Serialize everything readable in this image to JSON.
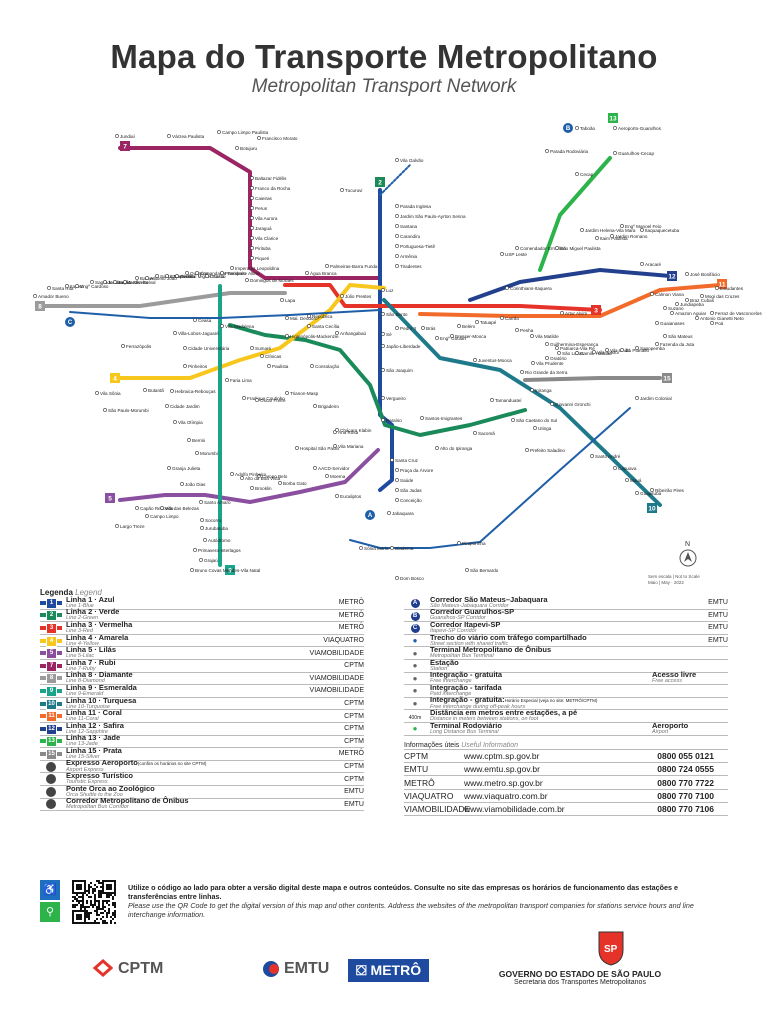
{
  "header": {
    "title": "Mapa do Transporte Metropolitano",
    "subtitle": "Metropolitan Transport Network"
  },
  "colors": {
    "azul": "#1e4ba0",
    "verde": "#1a8a5a",
    "vermelha": "#e5332a",
    "amarela": "#f7c71e",
    "lilas": "#8b4fa0",
    "rubi": "#9b2463",
    "diamante": "#9b9b9b",
    "esmeralda": "#1aa58a",
    "turquesa": "#1e7a8a",
    "coral": "#f26b2b",
    "safira": "#23408e",
    "jade": "#2cb34a",
    "prata": "#8a8a8a",
    "corredor": "#1f5fa8"
  },
  "map": {
    "line_numbers": [
      "1",
      "2",
      "3",
      "4",
      "5",
      "7",
      "8",
      "9",
      "10",
      "11",
      "12",
      "13",
      "15"
    ],
    "corridor_letters": [
      "A",
      "B",
      "C"
    ],
    "stations": [
      {
        "name": "Jundiaí"
      },
      {
        "name": "Várzea Paulista"
      },
      {
        "name": "Campo Limpo Paulista"
      },
      {
        "name": "Botujuru"
      },
      {
        "name": "Francisco Morato"
      },
      {
        "name": "Baltazar Fidélis"
      },
      {
        "name": "Franco da Rocha"
      },
      {
        "name": "Caieiras"
      },
      {
        "name": "Perus"
      },
      {
        "name": "Vila Aurora"
      },
      {
        "name": "Jaraguá"
      },
      {
        "name": "Vila Clarice"
      },
      {
        "name": "Pirituba"
      },
      {
        "name": "Piqueri"
      },
      {
        "name": "Lapa"
      },
      {
        "name": "Água Branca"
      },
      {
        "name": "Palmeiras-Barra Funda"
      },
      {
        "name": "Júlio Prestes"
      },
      {
        "name": "Luz"
      },
      {
        "name": "Tucuruvi"
      },
      {
        "name": "Parada Inglesa"
      },
      {
        "name": "Jardim São Paulo-Ayrton Senna"
      },
      {
        "name": "Santana"
      },
      {
        "name": "Carandiru"
      },
      {
        "name": "Portuguesa-Tietê"
      },
      {
        "name": "Armênia"
      },
      {
        "name": "Tiradentes"
      },
      {
        "name": "Vila Galvão"
      },
      {
        "name": "Taboão"
      },
      {
        "name": "Aeroporto-Guarulhos"
      },
      {
        "name": "Parada Rodoviária"
      },
      {
        "name": "Guarulhos-Cecap"
      },
      {
        "name": "Cecap"
      },
      {
        "name": "USP Leste"
      },
      {
        "name": "Comendador Ermelino"
      },
      {
        "name": "São Miguel Paulista"
      },
      {
        "name": "Jardim Helena-Vila Mara"
      },
      {
        "name": "Itaim Paulista"
      },
      {
        "name": "Jardim Romano"
      },
      {
        "name": "Engº Manoel Feio"
      },
      {
        "name": "Itaquaquecetuba"
      },
      {
        "name": "Aracaré"
      },
      {
        "name": "Calmon Viana"
      },
      {
        "name": "Suzano"
      },
      {
        "name": "Jundiapeba"
      },
      {
        "name": "Braz Cubas"
      },
      {
        "name": "Mogi das Cruzes"
      },
      {
        "name": "Estudantes"
      },
      {
        "name": "Amador Bueno"
      },
      {
        "name": "Santa Rita"
      },
      {
        "name": "Itapevi"
      },
      {
        "name": "Engº Cardoso"
      },
      {
        "name": "Sagrado Coração"
      },
      {
        "name": "Jandira"
      },
      {
        "name": "Jardim Silveira"
      },
      {
        "name": "Jardim Belval"
      },
      {
        "name": "Barueri"
      },
      {
        "name": "Antônio João"
      },
      {
        "name": "Santa Terezinha"
      },
      {
        "name": "Carapicuíba"
      },
      {
        "name": "General Miguel Costa"
      },
      {
        "name": "Quitaúna"
      },
      {
        "name": "Comandante Sampaio"
      },
      {
        "name": "Osasco"
      },
      {
        "name": "Presidente Altino"
      },
      {
        "name": "Imperatriz Leopoldina"
      },
      {
        "name": "Domingos de Moraes"
      },
      {
        "name": "Ceasa"
      },
      {
        "name": "Villa-Lobos-Jaguaré"
      },
      {
        "name": "Cidade Universitária"
      },
      {
        "name": "Pinheiros"
      },
      {
        "name": "Hebraica-Rebouças"
      },
      {
        "name": "Cidade Jardim"
      },
      {
        "name": "Vila Olímpia"
      },
      {
        "name": "Berrini"
      },
      {
        "name": "Morumbi"
      },
      {
        "name": "Granja Julieta"
      },
      {
        "name": "João Dias"
      },
      {
        "name": "Santo Amaro"
      },
      {
        "name": "Socorro"
      },
      {
        "name": "Jurubatuba"
      },
      {
        "name": "Autódromo"
      },
      {
        "name": "Primavera-Interlagos"
      },
      {
        "name": "Grajaú"
      },
      {
        "name": "Bruno Covas Mendes-Vila Natal"
      },
      {
        "name": "Vila Madalena"
      },
      {
        "name": "Sumaré"
      },
      {
        "name": "Clínicas"
      },
      {
        "name": "Paulista"
      },
      {
        "name": "Consolação"
      },
      {
        "name": "Trianon-Masp"
      },
      {
        "name": "Brigadeiro"
      },
      {
        "name": "Paraíso"
      },
      {
        "name": "Ana Rosa"
      },
      {
        "name": "Vila Mariana"
      },
      {
        "name": "Santa Cruz"
      },
      {
        "name": "Praça da Árvore"
      },
      {
        "name": "Saúde"
      },
      {
        "name": "São Judas"
      },
      {
        "name": "Conceição"
      },
      {
        "name": "Jabaquara"
      },
      {
        "name": "Vila Sônia"
      },
      {
        "name": "São Paulo-Morumbi"
      },
      {
        "name": "Butantã"
      },
      {
        "name": "Faria Lima"
      },
      {
        "name": "Fradique Coutinho"
      },
      {
        "name": "Oscar Freire"
      },
      {
        "name": "Higienópolis-Mackenzie"
      },
      {
        "name": "Mal. Deodoro"
      },
      {
        "name": "Santa Cecília"
      },
      {
        "name": "República"
      },
      {
        "name": "Anhangabaú"
      },
      {
        "name": "São Bento"
      },
      {
        "name": "Sé"
      },
      {
        "name": "Japão-Liberdade"
      },
      {
        "name": "São Joaquim"
      },
      {
        "name": "Vergueiro"
      },
      {
        "name": "Pedro II"
      },
      {
        "name": "Brás"
      },
      {
        "name": "Bresser-Mooca"
      },
      {
        "name": "Belém"
      },
      {
        "name": "Tatuapé"
      },
      {
        "name": "Carrão"
      },
      {
        "name": "Penha"
      },
      {
        "name": "Vila Matilde"
      },
      {
        "name": "Guilhermina-Esperança"
      },
      {
        "name": "Patriarca-Vila Ré"
      },
      {
        "name": "Artur Alvim"
      },
      {
        "name": "Corinthians-Itaquera"
      },
      {
        "name": "Engº Goulart"
      },
      {
        "name": "Juventus-Mooca"
      },
      {
        "name": "Ipiranga"
      },
      {
        "name": "Tamanduateí"
      },
      {
        "name": "Sacomã"
      },
      {
        "name": "Alto do Ipiranga"
      },
      {
        "name": "Santos-Imigrantes"
      },
      {
        "name": "Chácara Klabin"
      },
      {
        "name": "Hospital São Paulo"
      },
      {
        "name": "AACD-Servidor"
      },
      {
        "name": "Moema"
      },
      {
        "name": "Eucaliptos"
      },
      {
        "name": "Campo Belo"
      },
      {
        "name": "Borba Gato"
      },
      {
        "name": "Brooklin"
      },
      {
        "name": "Alto da Boa Vista"
      },
      {
        "name": "Adolfo Pinheiro"
      },
      {
        "name": "Largo Treze"
      },
      {
        "name": "Capão Redondo"
      },
      {
        "name": "Campo Limpo"
      },
      {
        "name": "Vila das Belezas"
      },
      {
        "name": "Giovanni Gronchi"
      },
      {
        "name": "São Caetano do Sul"
      },
      {
        "name": "Utinga"
      },
      {
        "name": "Prefeito Saladino"
      },
      {
        "name": "Santo André"
      },
      {
        "name": "Capuava"
      },
      {
        "name": "Mauá"
      },
      {
        "name": "Guapituba"
      },
      {
        "name": "Ribeirão Pires"
      },
      {
        "name": "Rio Grande da Serra"
      },
      {
        "name": "Vila Prudente"
      },
      {
        "name": "Oratório"
      },
      {
        "name": "São Lucas"
      },
      {
        "name": "Camilo Haddad"
      },
      {
        "name": "Vila Tolstói"
      },
      {
        "name": "Vila União"
      },
      {
        "name": "Jd. Planalto"
      },
      {
        "name": "Sapopemba"
      },
      {
        "name": "Fazenda da Juta"
      },
      {
        "name": "São Mateus"
      },
      {
        "name": "Jardim Colonial"
      },
      {
        "name": "Sônia Maria"
      },
      {
        "name": "Diadema"
      },
      {
        "name": "Piraporinha"
      },
      {
        "name": "São Bernardo"
      },
      {
        "name": "Ferrazópolis"
      },
      {
        "name": "Amazon Aguiar"
      },
      {
        "name": "José Bonifácio"
      },
      {
        "name": "Guaianases"
      },
      {
        "name": "Antonio Gianetti Neto"
      },
      {
        "name": "Ferraz de Vasconcelos"
      },
      {
        "name": "Poá"
      },
      {
        "name": "Dom Bosco"
      }
    ],
    "compass": "N",
    "scale_note": "Sem escala | Not to Scale",
    "date_note": "Maio | May · 2022"
  },
  "legend": {
    "title": "Legenda",
    "title_en": "Legend",
    "left": [
      {
        "badge": "1",
        "name": "Linha 1 · Azul",
        "en": "Line 1-Blue",
        "op": "METRÔ",
        "color": "#1e4ba0"
      },
      {
        "badge": "2",
        "name": "Linha 2 · Verde",
        "en": "Line 2-Green",
        "op": "METRÔ",
        "color": "#1a8a5a"
      },
      {
        "badge": "3",
        "name": "Linha 3 · Vermelha",
        "en": "Line 3-Red",
        "op": "METRÔ",
        "color": "#e5332a"
      },
      {
        "badge": "4",
        "name": "Linha 4 · Amarela",
        "en": "Line 4-Yellow",
        "op": "VIAQUATRO",
        "color": "#f7c71e"
      },
      {
        "badge": "5",
        "name": "Linha 5 · Lilás",
        "en": "Line 5-Lilac",
        "op": "VIAMOBILIDADE",
        "color": "#8b4fa0"
      },
      {
        "badge": "7",
        "name": "Linha 7 · Rubi",
        "en": "Line 7-Ruby",
        "op": "CPTM",
        "color": "#9b2463"
      },
      {
        "badge": "8",
        "name": "Linha 8 · Diamante",
        "en": "Line 8-Diamond",
        "op": "VIAMOBILIDADE",
        "color": "#9b9b9b"
      },
      {
        "badge": "9",
        "name": "Linha 9 · Esmeralda",
        "en": "Line 9-Emerald",
        "op": "VIAMOBILIDADE",
        "color": "#1aa58a"
      },
      {
        "badge": "10",
        "name": "Linha 10 · Turquesa",
        "en": "Line 10-Turquoise",
        "op": "CPTM",
        "color": "#1e7a8a"
      },
      {
        "badge": "11",
        "name": "Linha 11 · Coral",
        "en": "Line 11-Coral",
        "op": "CPTM",
        "color": "#f26b2b"
      },
      {
        "badge": "12",
        "name": "Linha 12 · Safira",
        "en": "Line 12-Sapphire",
        "op": "CPTM",
        "color": "#23408e"
      },
      {
        "badge": "13",
        "name": "Linha 13 · Jade",
        "en": "Line 13-Jade",
        "op": "CPTM",
        "color": "#2cb34a"
      },
      {
        "badge": "15",
        "name": "Linha 15 · Prata",
        "en": "Line 15-Silver",
        "op": "METRÔ",
        "color": "#8a8a8a"
      },
      {
        "badge": "",
        "name": "Expresso Aeroporto",
        "note": "(confira os horários no site CPTM)",
        "en": "Airport Express",
        "op": "CPTM",
        "icon": "airport-express-icon"
      },
      {
        "badge": "",
        "name": "Expresso Turístico",
        "en": "Touristic Express",
        "op": "CPTM",
        "icon": "touristic-express-icon"
      },
      {
        "badge": "",
        "name": "Ponte Orca ao Zoológico",
        "en": "Orca Shuttle to the Zoo",
        "op": "EMTU",
        "icon": "orca-shuttle-icon"
      },
      {
        "badge": "",
        "name": "Corredor Metropolitano de Ônibus",
        "en": "Metropolitan Bus Corridor",
        "op": "EMTU",
        "icon": "bus-corridor-icon"
      }
    ],
    "right": [
      {
        "mark": "A",
        "name": "Corredor São Mateus–Jabaquara",
        "en": "São Mateus-Jabaquara Corridor",
        "op": "EMTU"
      },
      {
        "mark": "B",
        "name": "Corredor Guarulhos-SP",
        "en": "Guarulhos-SP Corridor",
        "op": "EMTU"
      },
      {
        "mark": "C",
        "name": "Corredor Itapevi-SP",
        "en": "Itapevi-SP Corridor",
        "op": "EMTU"
      },
      {
        "mark": "",
        "name": "Trecho do viário com tráfego compartilhado",
        "en": "Street section with shared traffic",
        "op": "EMTU",
        "icon": "shared-traffic-icon"
      },
      {
        "mark": "",
        "name": "Terminal Metropolitano de Ônibus",
        "en": "Metropolitan Bus Terminal",
        "op": "",
        "icon": "bus-terminal-icon"
      },
      {
        "mark": "",
        "name": "Estação",
        "en": "Station",
        "op": "",
        "icon": "station-icon"
      },
      {
        "mark": "",
        "name": "Integração - gratuita",
        "en": "Free interchange",
        "op": "",
        "icon": "free-interchange-icon",
        "extra": "Acesso livre",
        "extra_en": "Free access"
      },
      {
        "mark": "",
        "name": "Integração - tarifada",
        "en": "Paid interchange",
        "op": "",
        "icon": "paid-interchange-icon"
      },
      {
        "mark": "",
        "name": "Integração - gratuita:",
        "note": "Horário Especial (veja no site: METRÔ/CPTM)",
        "en": "Free interchange during off-peak hours",
        "op": "",
        "icon": "offpeak-interchange-icon"
      },
      {
        "mark": "",
        "name": "Distância em metros entre estações, a pé",
        "en": "Distance in meters between stations, on foot",
        "op": "",
        "icon": "walk-icon",
        "icon_text": "400m"
      },
      {
        "mark": "",
        "name": "Terminal Rodoviário",
        "en": "Long Distance Bus Terminal",
        "op": "",
        "icon": "bus-station-icon",
        "extra": "Aeroporto",
        "extra_en": "Airport"
      }
    ]
  },
  "info": {
    "title": "Informações úteis",
    "title_en": "Useful Information",
    "rows": [
      {
        "name": "CPTM",
        "url": "www.cptm.sp.gov.br",
        "phone": "0800 055 0121"
      },
      {
        "name": "EMTU",
        "url": "www.emtu.sp.gov.br",
        "phone": "0800 724 0555"
      },
      {
        "name": "METRÔ",
        "url": "www.metro.sp.gov.br",
        "phone": "0800 770 7722"
      },
      {
        "name": "VIAQUATRO",
        "url": "www.viaquatro.com.br",
        "phone": "0800 770 7100"
      },
      {
        "name": "VIAMOBILIDADE",
        "url": "www.viamobilidade.com.br",
        "phone": "0800 770 7106"
      }
    ]
  },
  "qr": {
    "text_pt": "Utilize o código ao lado para obter a versão digital deste mapa e outros conteúdos. Consulte no site das empresas os horários de funcionamento das estações e transferências entre linhas.",
    "text_en": "Please use the QR Code to get the digital version of this map and other contents. Address the websites of the metropolitan transport companies for stations service hours and line interchange information."
  },
  "footer": {
    "cptm": "CPTM",
    "emtu": "EMTU",
    "metro": "METRÔ",
    "gov_line1": "GOVERNO DO ESTADO DE SÃO PAULO",
    "gov_line2": "Secretaria dos Transportes Metropolitanos",
    "seal_text": "SP"
  }
}
